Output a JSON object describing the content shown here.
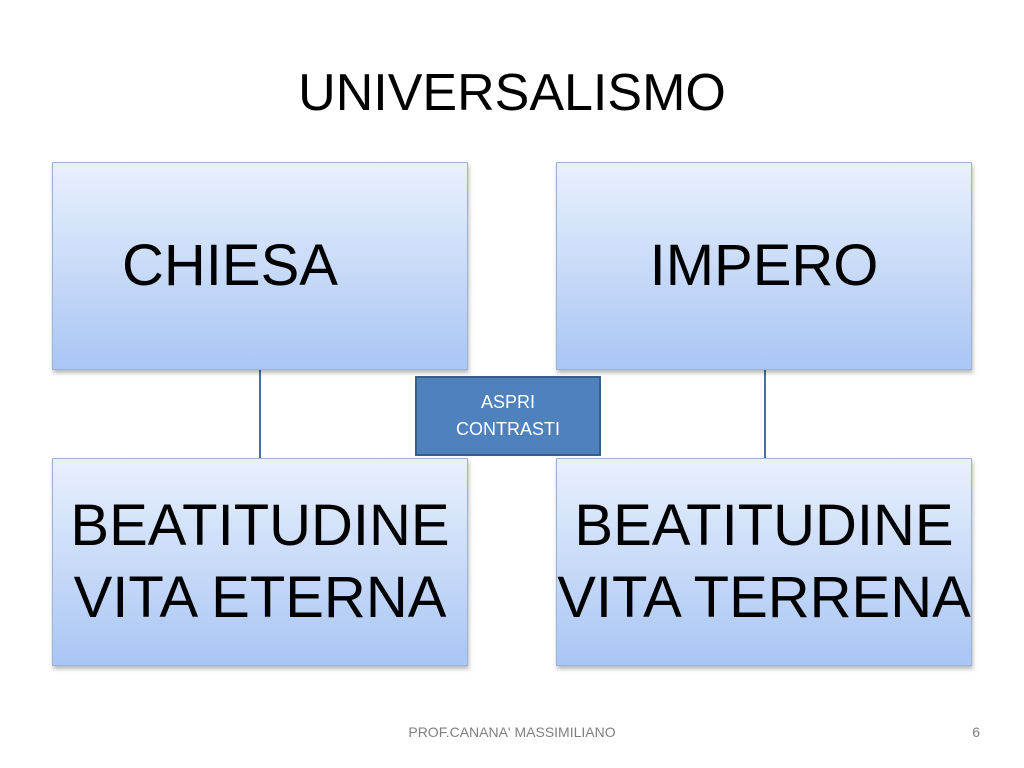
{
  "slide": {
    "title": "UNIVERSALISMO",
    "left_header": "CHIESA",
    "right_header": "IMPERO",
    "left_bottom": "BEATITUDINE\nVITA ETERNA",
    "right_bottom": "BEATITUDINE\nVITA TERRENA",
    "center_label": "ASPRI\nCONTRASTI"
  },
  "footer": {
    "author": "PROF.CANANA' MASSIMILIANO",
    "page_number": "6"
  },
  "colors": {
    "box_gradient_top": "#e8f0fd",
    "box_gradient_bottom": "#a9c6f5",
    "center_box": "#4f81bd",
    "connector": "#4a6ea3"
  }
}
